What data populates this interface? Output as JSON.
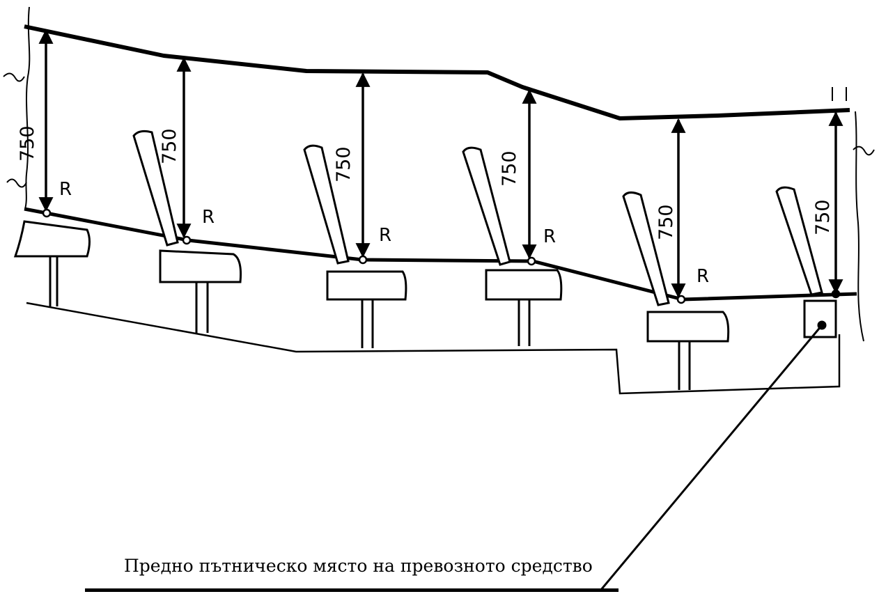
{
  "diagram": {
    "dimension_label": "750",
    "reference_point_label": "R",
    "caption": "Предно пътническо място на превозното средство",
    "line_color": "#000000",
    "background_color": "#ffffff"
  }
}
